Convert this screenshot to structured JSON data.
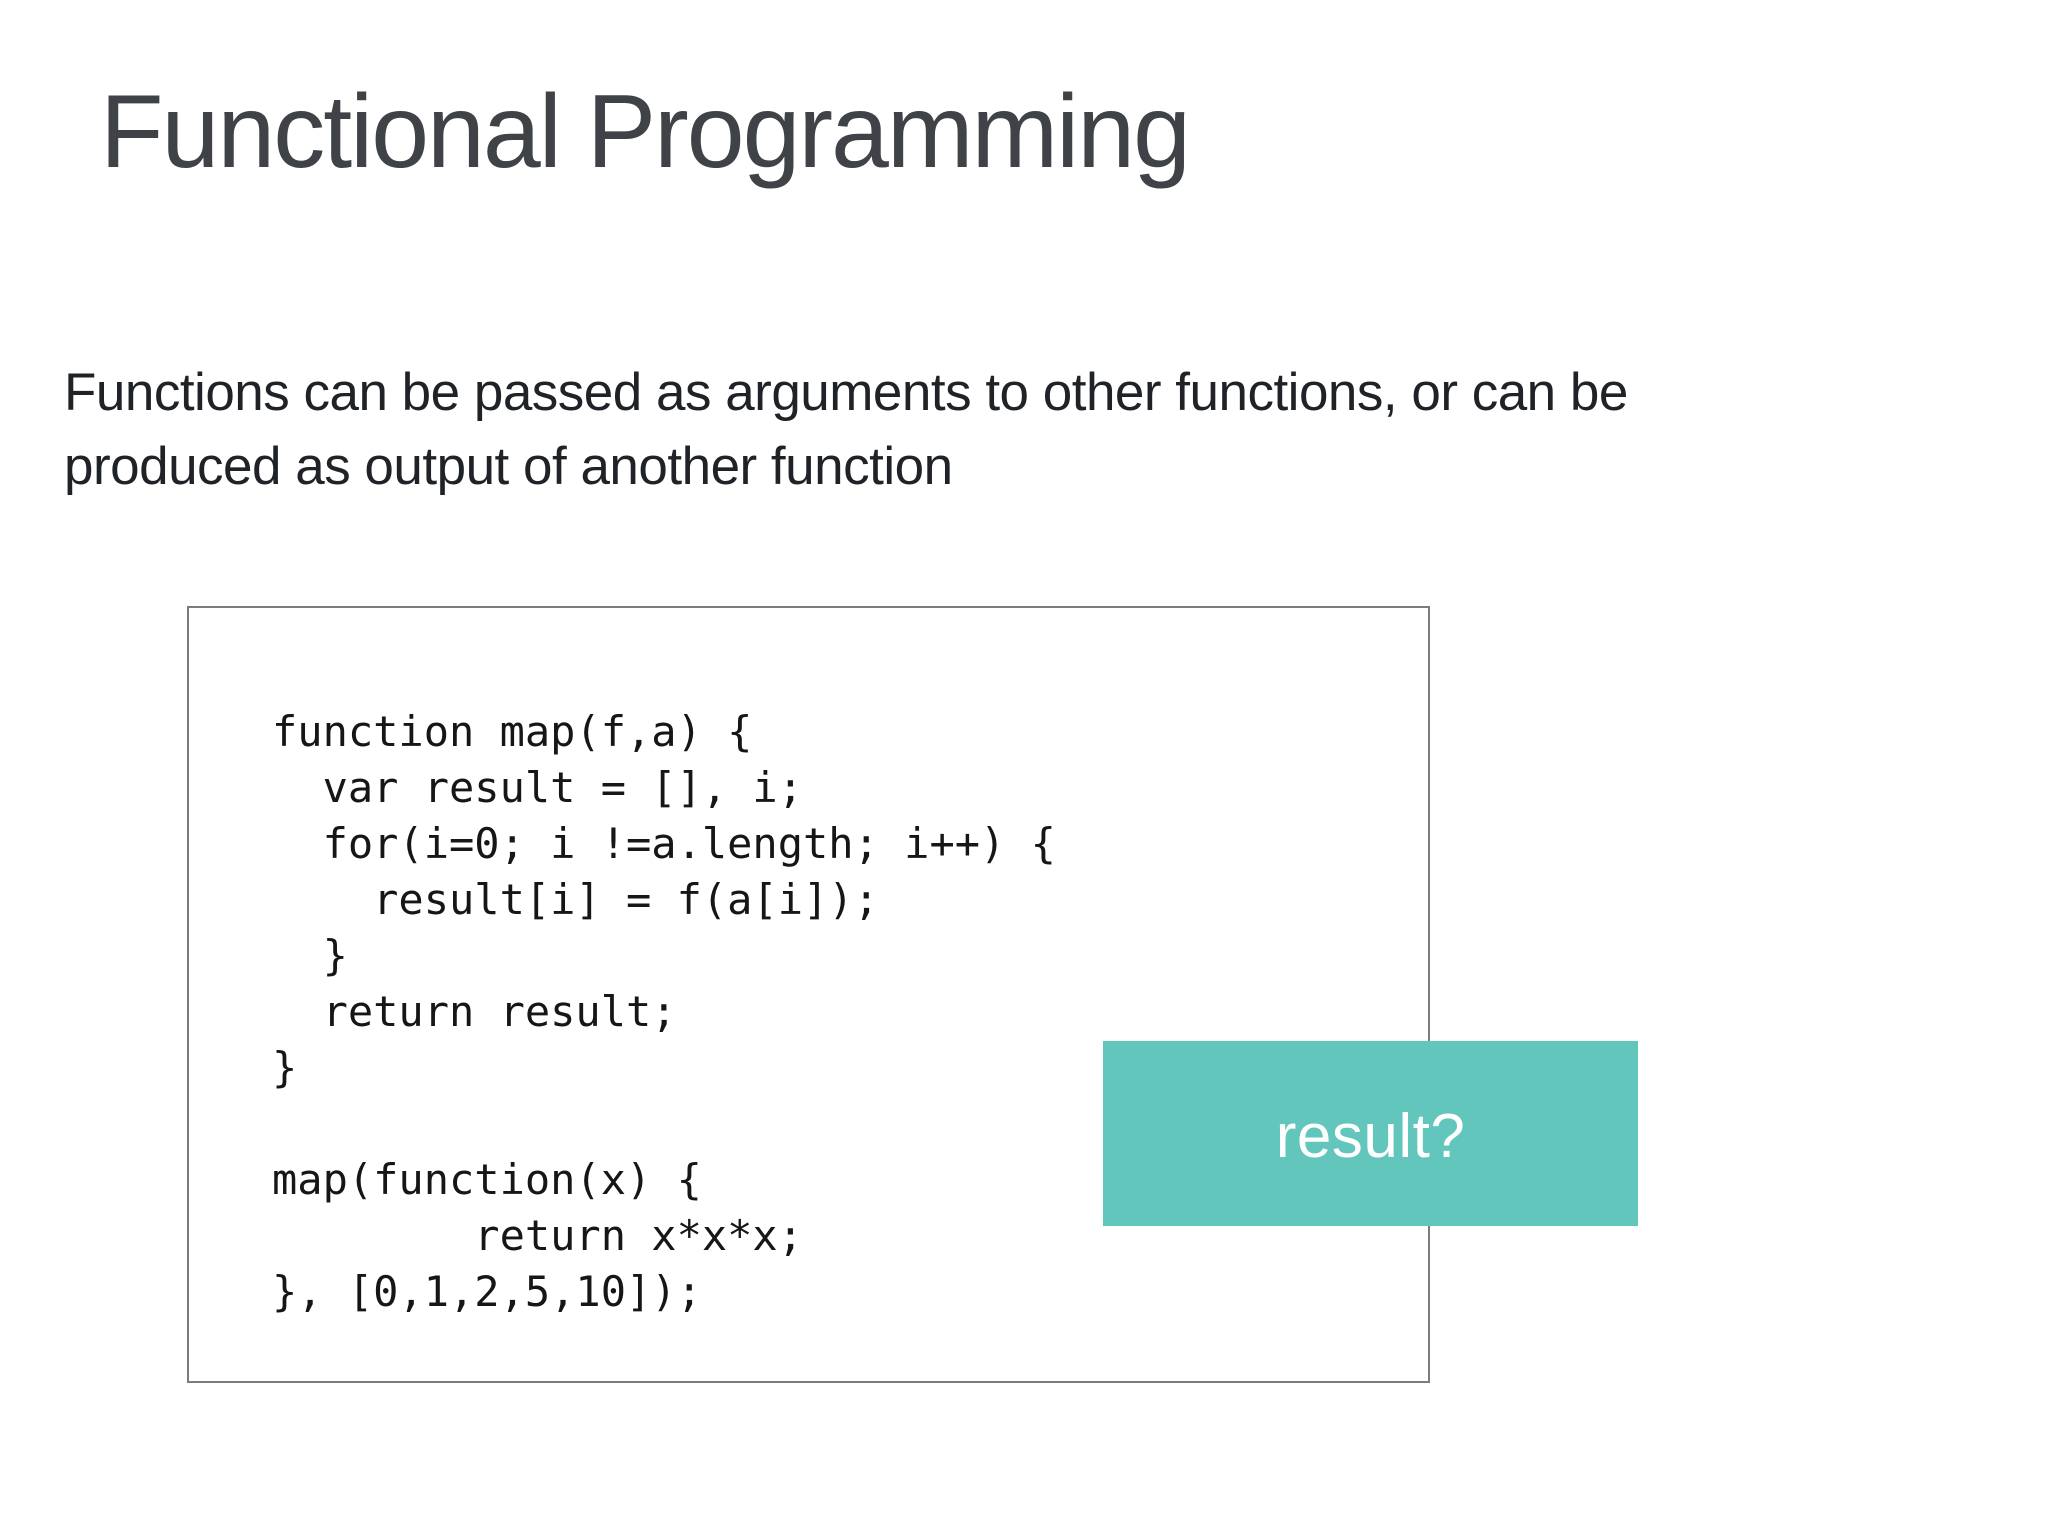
{
  "slide": {
    "title": "Functional Programming",
    "body_lines": [
      "Functions can be passed as arguments to other functions, or can be",
      "produced as output of another function"
    ]
  },
  "code_box": {
    "code": "function map(f,a) {\n  var result = [], i;\n  for(i=0; i !=a.length; i++) {\n    result[i] = f(a[i]);\n  }\n  return result;\n}\n\nmap(function(x) {\n        return x*x*x;\n}, [0,1,2,5,10]);"
  },
  "callout": {
    "label": "result?"
  },
  "colors": {
    "page_background": "#ffffff",
    "title_text": "#3f4347",
    "body_text": "#1f2327",
    "code_text": "#161616",
    "code_box_border": "#7c7c7c",
    "callout_background": "#62c6bd",
    "callout_text": "#ffffff"
  }
}
